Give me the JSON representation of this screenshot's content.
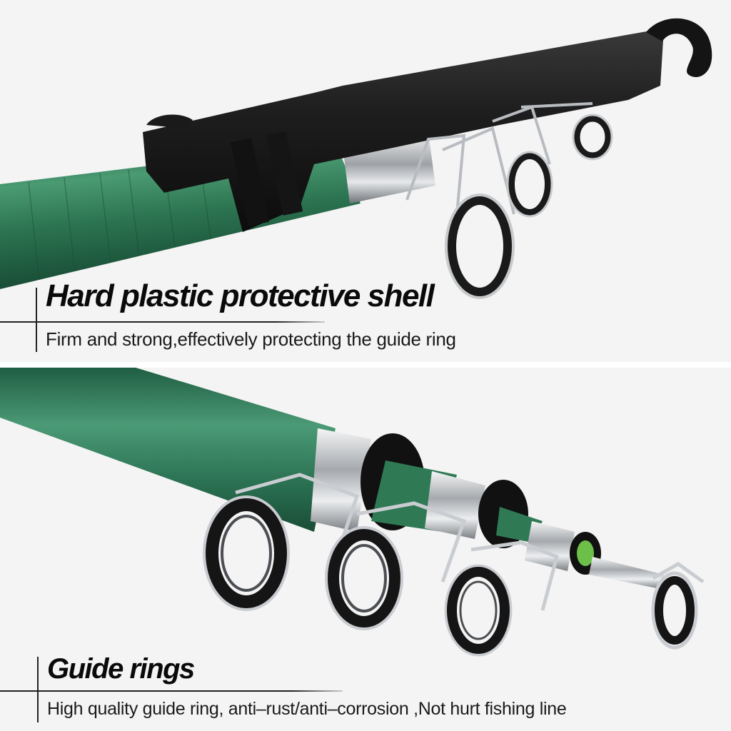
{
  "sections": [
    {
      "title": "Hard plastic protective shell",
      "subtitle": "Firm and strong,effectively protecting the guide ring",
      "image": "telescopic-rod-with-black-plastic-shell-icon"
    },
    {
      "title": "Guide rings",
      "subtitle": "High quality guide ring, anti–rust/anti–corrosion ,Not hurt fishing line",
      "image": "stainless-guide-rings-icon"
    }
  ],
  "colors": {
    "background": "#f4f4f4",
    "rod_green": "#2f7a55",
    "shell_black": "#1c1c1c",
    "steel": "#c9ccd0",
    "text": "#0a0a0a"
  }
}
